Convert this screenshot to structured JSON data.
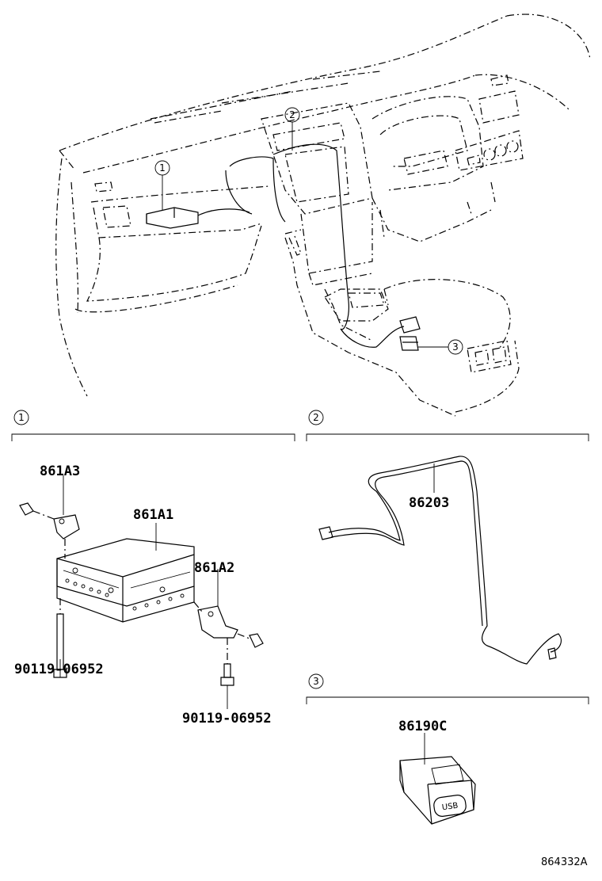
{
  "callouts": {
    "c1": "1",
    "c2": "2",
    "c3": "3"
  },
  "sections": {
    "s1": {
      "number": "1"
    },
    "s2": {
      "number": "2"
    },
    "s3": {
      "number": "3"
    }
  },
  "parts": {
    "p861A3": "861A3",
    "p861A1": "861A1",
    "p861A2": "861A2",
    "bolt_left": "90119-06952",
    "bolt_right": "90119-06952",
    "p86203": "86203",
    "p86190C": "86190C"
  },
  "usb_label": "USB",
  "drawing_code": "864332A"
}
